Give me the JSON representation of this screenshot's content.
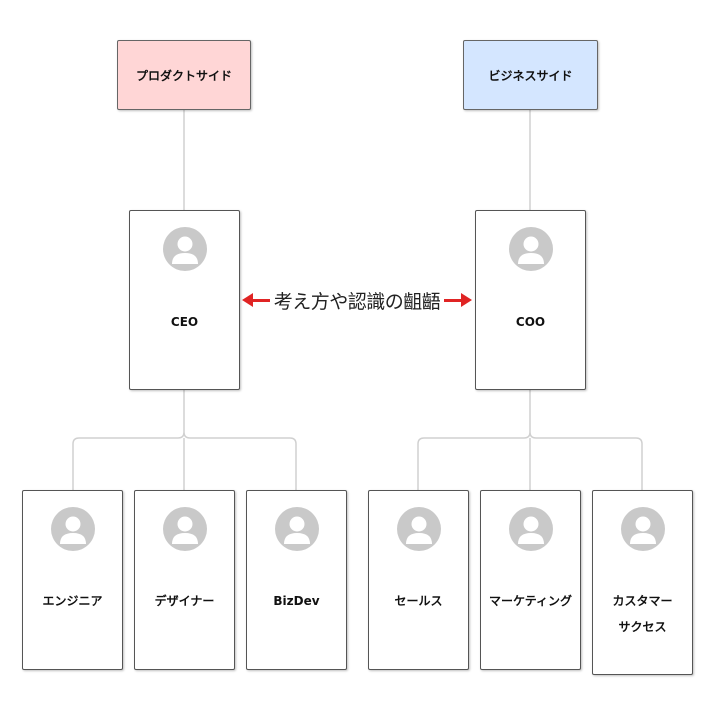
{
  "colors": {
    "product_side": "#ffd6d6",
    "business_side": "#d4e6ff",
    "connector": "#d0d0d0",
    "arrow": "#e02424",
    "avatar": "#c9c9c9"
  },
  "headers": {
    "product": "プロダクトサイド",
    "business": "ビジネスサイド"
  },
  "executives": {
    "ceo": "CEO",
    "coo": "COO"
  },
  "relation": {
    "label": "考え方や認識の齟齬"
  },
  "members": {
    "engineer": "エンジニア",
    "designer": "デザイナー",
    "bizdev": "BizDev",
    "sales": "セールス",
    "marketing": "マーケティング",
    "customer_success": [
      "カスタマー",
      "サクセス"
    ]
  },
  "icons": {
    "person": "person-icon"
  }
}
